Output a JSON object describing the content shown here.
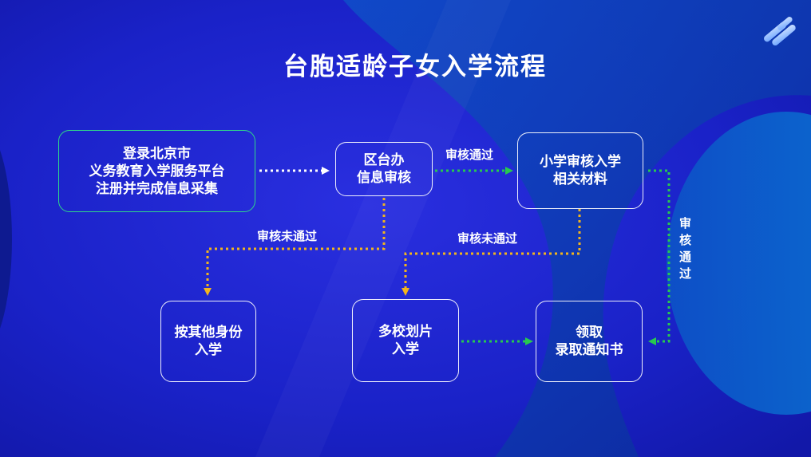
{
  "title": "台胞适龄子女入学流程",
  "nodes": {
    "register": [
      "登录北京市",
      "义务教育入学服务平台",
      "注册并完成信息采集"
    ],
    "district_review": [
      "区台办",
      "信息审核"
    ],
    "primary_review": [
      "小学审核入学",
      "相关材料"
    ],
    "other_identity": [
      "按其他身份",
      "入学"
    ],
    "multi_school": [
      "多校划片",
      "入学"
    ],
    "receive": [
      "领取",
      "录取通知书"
    ]
  },
  "labels": {
    "pass_top": "审核通过",
    "pass_right": "审核通过",
    "fail_left": "审核未通过",
    "fail_mid": "审核未通过"
  },
  "colors": {
    "bg": "#1a22c8",
    "green_border": "#2fd78a",
    "arrow_white": "#ffffff",
    "arrow_green": "#27c94f",
    "arrow_yellow": "#f2b51c"
  },
  "icons": {
    "logo": "diagonal-stripes-logo-icon"
  }
}
